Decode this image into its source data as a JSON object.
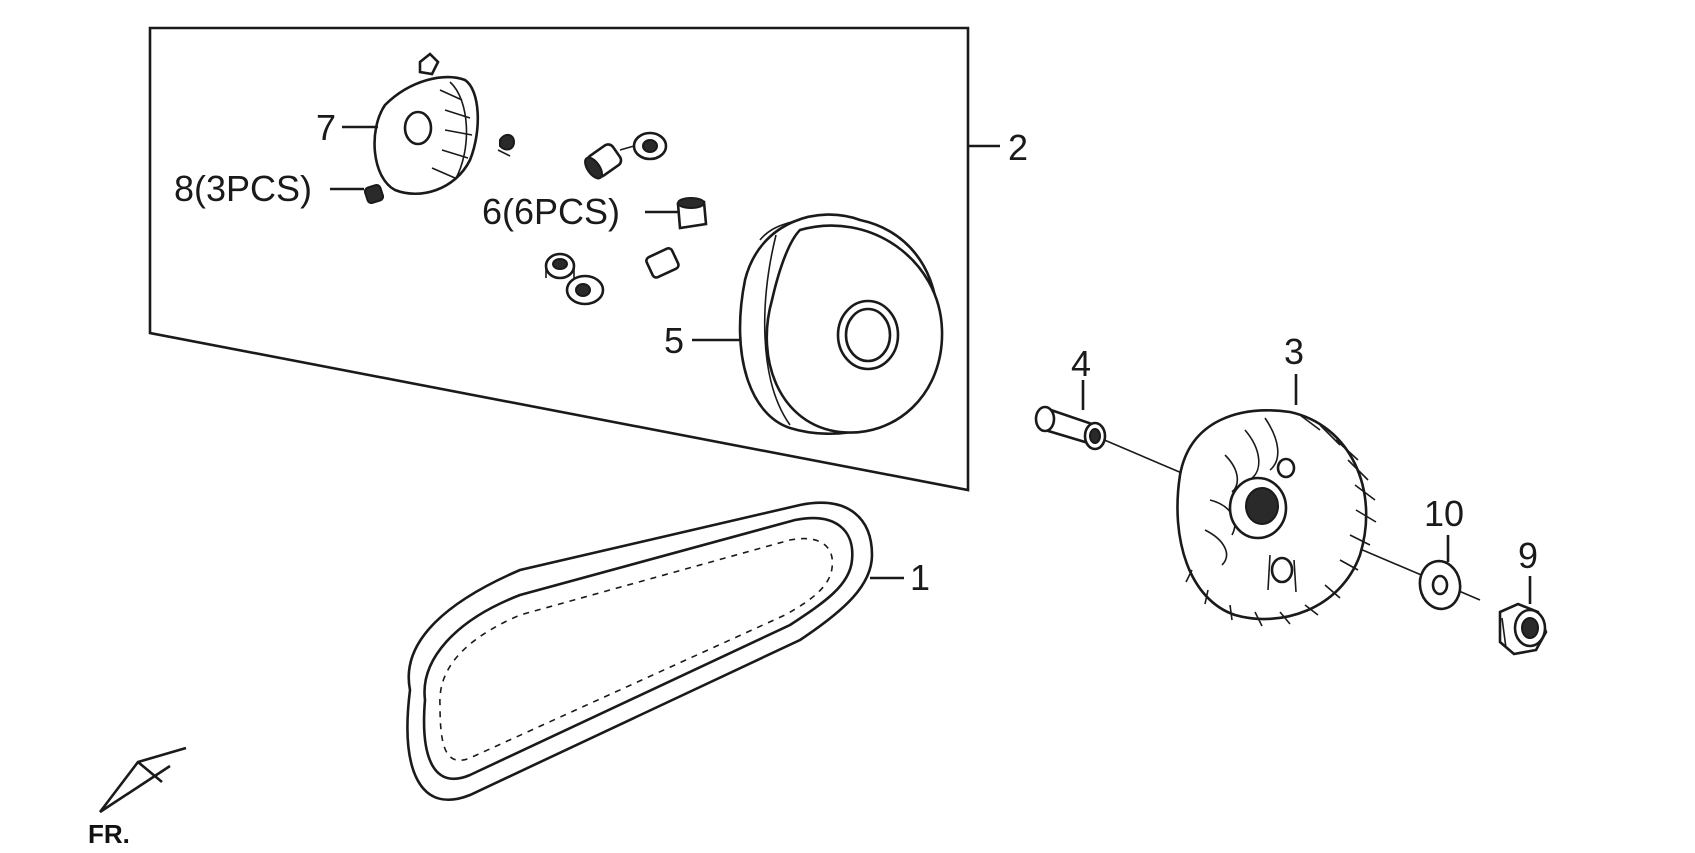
{
  "callouts": {
    "c1": "1",
    "c2": "2",
    "c3": "3",
    "c4": "4",
    "c5": "5",
    "c6": "6(6PCS)",
    "c7": "7",
    "c8": "8(3PCS)",
    "c9": "9",
    "c10": "10"
  },
  "direction_label": "FR."
}
